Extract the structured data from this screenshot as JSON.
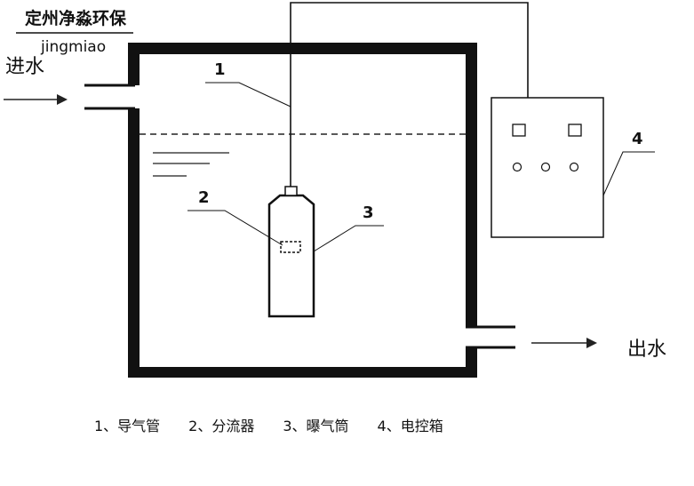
{
  "brand": {
    "name": "定州净淼环保",
    "pinyin": "jingmiao"
  },
  "diagram": {
    "inlet_label": "进水",
    "outlet_label": "出水",
    "callouts": [
      "1",
      "2",
      "3",
      "4"
    ],
    "legend": "1、导气管　　2、分流器　　3、曝气筒　　4、电控箱"
  }
}
